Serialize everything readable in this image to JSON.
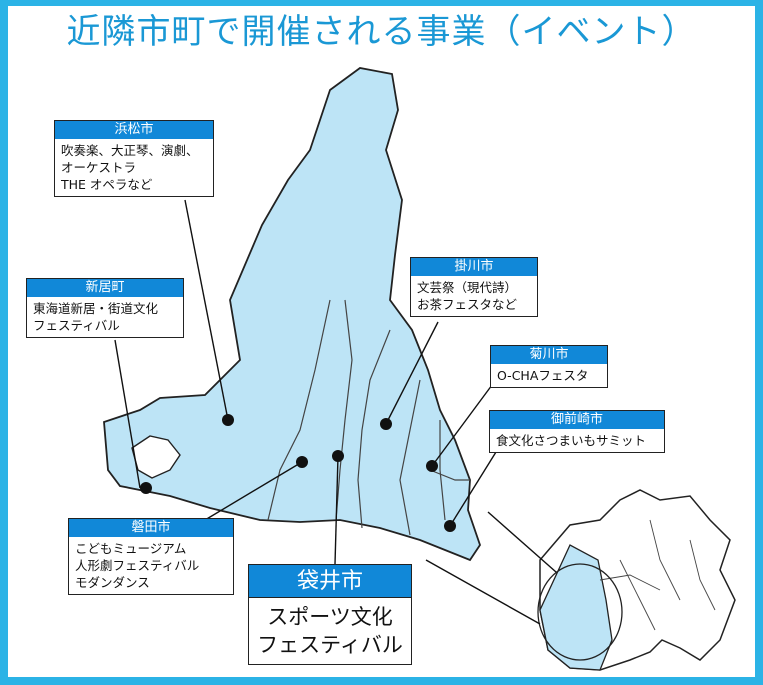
{
  "title": "近隣市町で開催される事業（イベント）",
  "colors": {
    "accent": "#2bb3e6",
    "label_header": "#1188d8",
    "land": "#bde4f6",
    "border": "#222222"
  },
  "cities": {
    "hamamatsu": {
      "name": "浜松市",
      "events": "吹奏楽、大正琴、演劇、\nオーケストラ\nTHE オペラなど"
    },
    "arai": {
      "name": "新居町",
      "events": "東海道新居・街道文化\nフェスティバル"
    },
    "kakegawa": {
      "name": "掛川市",
      "events": "文芸祭（現代詩）\nお茶フェスタなど"
    },
    "kikugawa": {
      "name": "菊川市",
      "events": "O-CHAフェスタ"
    },
    "omaezaki": {
      "name": "御前崎市",
      "events": "食文化さつまいもサミット"
    },
    "iwata": {
      "name": "磐田市",
      "events": "こどもミュージアム\n人形劇フェスティバル\nモダンダンス"
    },
    "fukuroi": {
      "name": "袋井市",
      "events": "スポーツ文化\nフェスティバル"
    }
  }
}
